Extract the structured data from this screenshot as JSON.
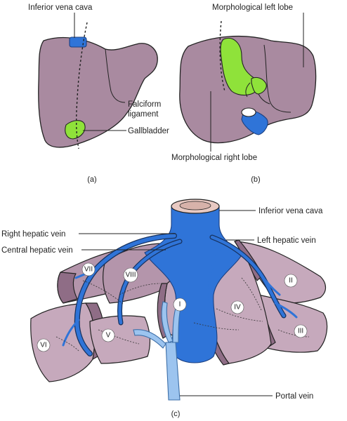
{
  "panel_a": {
    "caption": "(a)",
    "labels": {
      "inferior_vena_cava": "Inferior vena cava",
      "falciform_line1": "Falciform",
      "falciform_line2": "ligament",
      "gallbladder": "Gallbladder"
    }
  },
  "panel_b": {
    "caption": "(b)",
    "labels": {
      "left_lobe": "Morphological left lobe",
      "right_lobe": "Morphological right lobe"
    }
  },
  "panel_c": {
    "caption": "(c)",
    "labels": {
      "inferior_vena_cava": "Inferior vena cava",
      "right_hepatic_vein": "Right hepatic vein",
      "central_hepatic_vein": "Central hepatic vein",
      "left_hepatic_vein": "Left hepatic vein",
      "portal_vein": "Portal vein"
    },
    "segments": [
      "I",
      "II",
      "III",
      "IV",
      "V",
      "VI",
      "VII",
      "VIII"
    ]
  },
  "colors": {
    "liver": "#a98aa0",
    "liver_light": "#c6a9bc",
    "gallbladder": "#8fe23a",
    "hepatic_vein": "#2f74d8",
    "portal_vein": "#9cc4ef"
  }
}
